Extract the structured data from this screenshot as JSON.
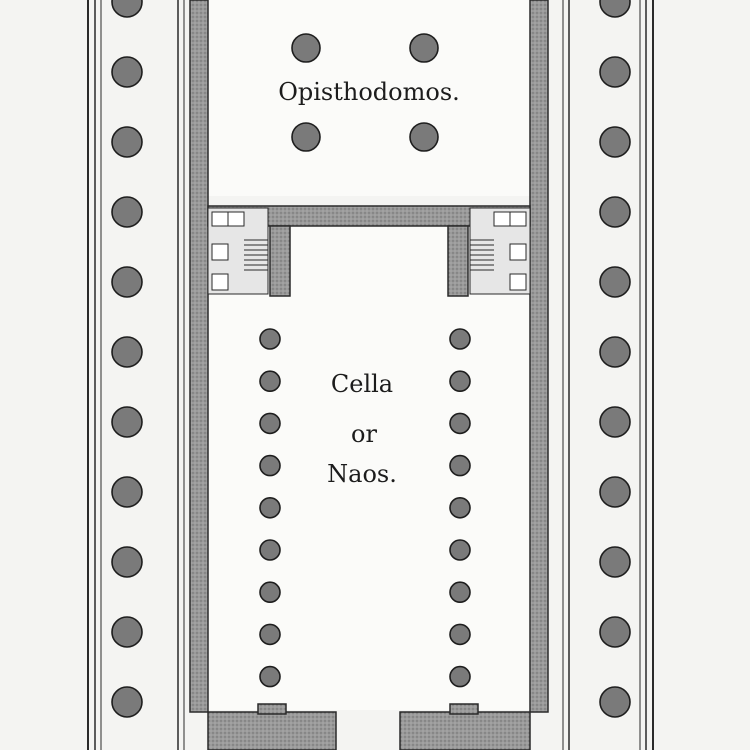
{
  "labels": {
    "opisthodomos": "Opisthodomos.",
    "cella_line1": "Cella",
    "cella_line2": "or",
    "cella_line3": "Naos."
  },
  "colors": {
    "background": "#f4f4f2",
    "wall": "#8f8f8f",
    "outline": "#2a2a2a",
    "column": "#7a7a7a",
    "column_outline": "#1e1e1e",
    "floor": "#fbfbf9"
  },
  "elements": {
    "peristyle_columns": "outer colonnade",
    "opisthodomos_columns": "prostyle columns",
    "cella_columns": "interior colonnade"
  }
}
